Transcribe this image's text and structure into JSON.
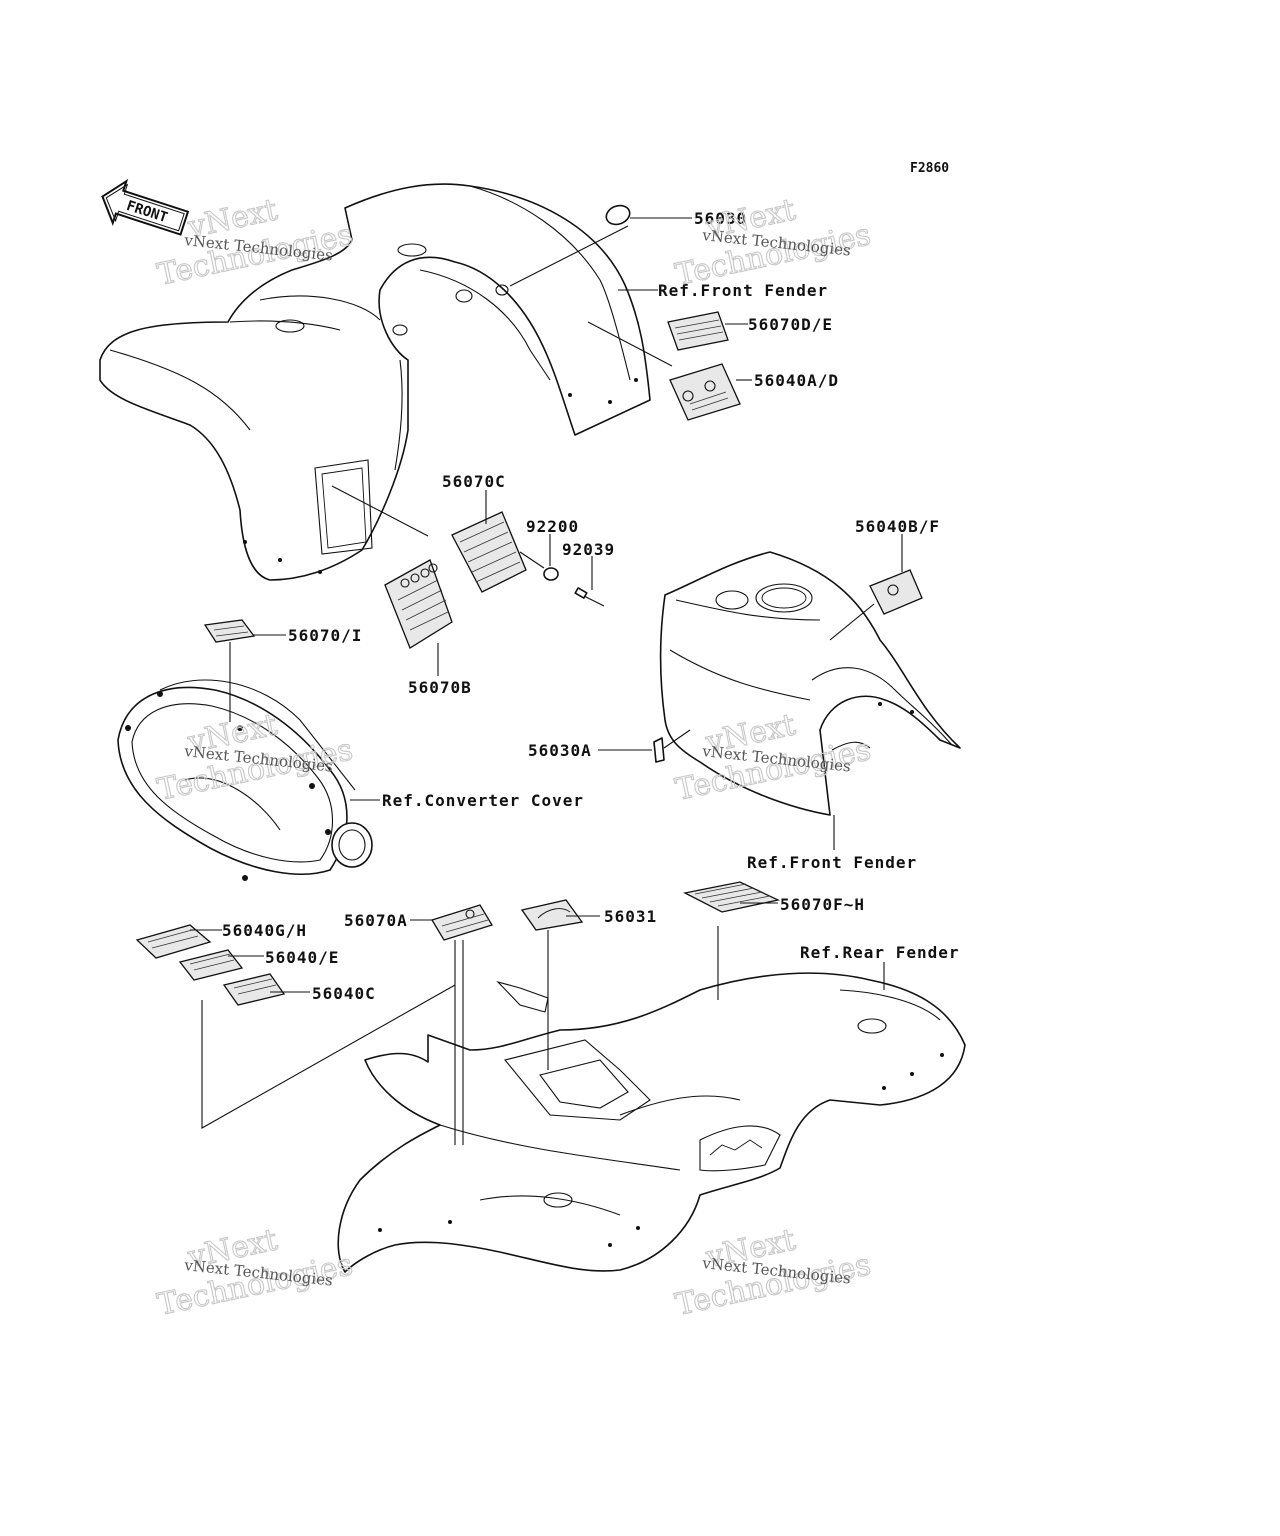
{
  "figure_id": "F2860",
  "front_arrow": "FRONT",
  "watermark": {
    "line1": "vNext",
    "line2": "Technologies",
    "caption": "vNext Technologies"
  },
  "callouts": {
    "c56030": "56030",
    "c56070DE": "56070D/E",
    "c56040AD": "56040A/D",
    "c56070C": "56070C",
    "c92200": "92200",
    "c92039": "92039",
    "c56040BF": "56040B/F",
    "c56070I": "56070/I",
    "c56070B": "56070B",
    "c56030A": "56030A",
    "c56070A": "56070A",
    "c56031": "56031",
    "c56070FH": "56070F~H",
    "c56040GH": "56040G/H",
    "c56040E": "56040/E",
    "c56040C": "56040C"
  },
  "references": {
    "front_fender_top": "Ref.Front Fender",
    "front_fender_right": "Ref.Front Fender",
    "converter_cover": "Ref.Converter Cover",
    "rear_fender": "Ref.Rear Fender"
  }
}
